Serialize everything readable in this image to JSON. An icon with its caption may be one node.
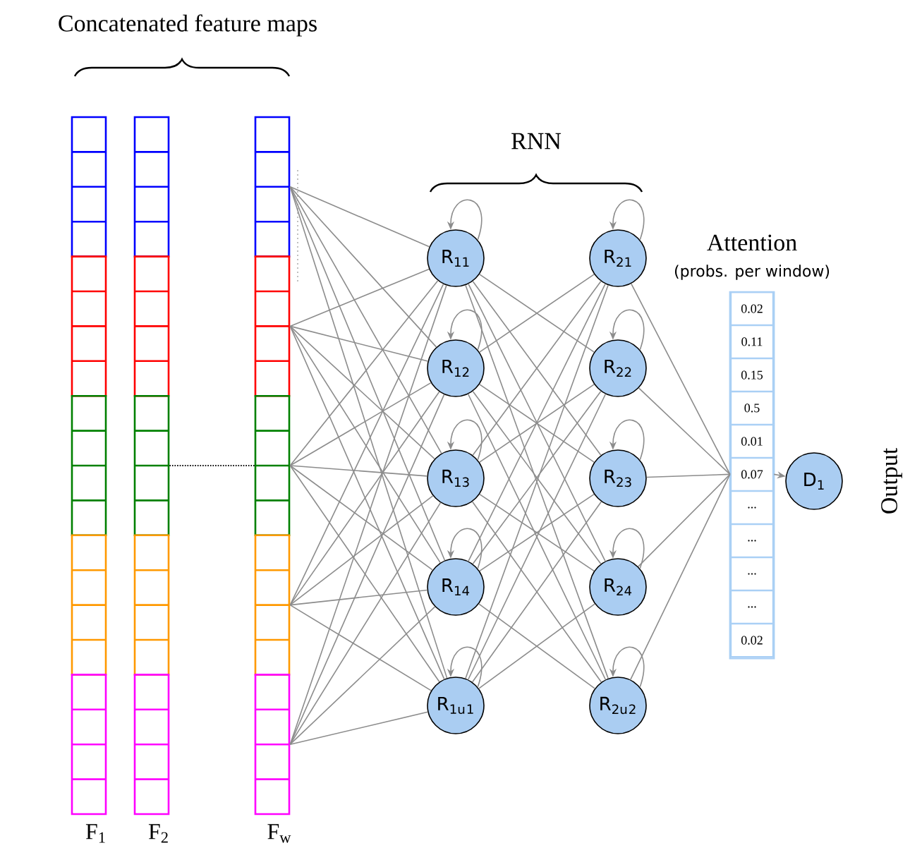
{
  "diagram": {
    "nodes": [
      {
        "text": [],
        "shape": "box"
      },
      {
        "text": [],
        "shape": "box"
      },
      {
        "text": [],
        "shape": "box"
      },
      {
        "text": [],
        "shape": "box"
      },
      {
        "text": [],
        "shape": "box",
        "beside": [
          "F$_{1}$"
        ]
      },
      {
        "text": [],
        "shape": "box"
      },
      {
        "text": [],
        "shape": "box"
      },
      {
        "text": [],
        "shape": "box"
      },
      {
        "text": [],
        "shape": "box"
      },
      {
        "text": [],
        "shape": "box",
        "beside": [
          "F$_{2}$"
        ]
      },
      {
        "text": [],
        "shape": "box"
      },
      {
        "text": [],
        "shape": "box"
      },
      {
        "text": [],
        "shape": "box"
      },
      {
        "text": [],
        "shape": "box"
      },
      {
        "text": [],
        "shape": "box",
        "beside": [
          "F$_{w}$"
        ]
      },
      {
        "text": [
          "R$_{11}$"
        ]
      },
      {
        "text": [
          "R$_{12}$"
        ]
      },
      {
        "text": [
          "R$_{13}$"
        ]
      },
      {
        "text": [
          "R$_{14}$"
        ]
      },
      {
        "text": [
          "R$_{1u}$$_{1}$"
        ]
      },
      {
        "text": [
          "R$_{21}$"
        ]
      },
      {
        "text": [
          "R$_{22}$"
        ]
      },
      {
        "text": [
          "R$_{23}$"
        ]
      },
      {
        "text": [
          "R$_{24}$"
        ]
      },
      {
        "text": [
          "R$_{2u}$$_{2}$"
        ]
      },
      {
        "text": [
          "Attention",
          "(probs. per window)"
        ]
      },
      {
        "text": [
          "0.02"
        ],
        "in": 25
      },
      {
        "text": [
          "0.11"
        ],
        "in": 25
      },
      {
        "text": [
          "0.15"
        ],
        "in": 25
      },
      {
        "text": [
          "0.5"
        ],
        "in": 25
      },
      {
        "text": [
          "0.01"
        ],
        "in": 25
      },
      {
        "text": [
          "0.07"
        ],
        "in": 25
      },
      {
        "text": [
          "..."
        ],
        "in": 25
      },
      {
        "text": [
          "..."
        ],
        "in": 25
      },
      {
        "text": [
          "..."
        ],
        "in": 25
      },
      {
        "text": [
          "..."
        ],
        "in": 25
      },
      {
        "text": [
          "0.02"
        ],
        "in": 25
      },
      {
        "text": [
          "D$_{1}$"
        ],
        "beside": [
          "Output"
        ]
      }
    ],
    "edges": [
      {
        "from": 7,
        "to": 12,
        "arrow": "none",
        "style": "dashed",
        "color": "#000000"
      },
      {
        "from": 10,
        "to": 15,
        "arrow": "none"
      },
      {
        "from": 10,
        "to": 16,
        "arrow": "none"
      },
      {
        "from": 10,
        "to": 17,
        "arrow": "none"
      },
      {
        "from": 10,
        "to": 18,
        "arrow": "none"
      },
      {
        "from": 10,
        "to": 19,
        "arrow": "none"
      },
      {
        "from": 11,
        "to": 15,
        "arrow": "none"
      },
      {
        "from": 11,
        "to": 16,
        "arrow": "none"
      },
      {
        "from": 11,
        "to": 17,
        "arrow": "none"
      },
      {
        "from": 11,
        "to": 18,
        "arrow": "none"
      },
      {
        "from": 11,
        "to": 19,
        "arrow": "none"
      },
      {
        "from": 12,
        "to": 15,
        "arrow": "none"
      },
      {
        "from": 12,
        "to": 16,
        "arrow": "none"
      },
      {
        "from": 12,
        "to": 17,
        "arrow": "none"
      },
      {
        "from": 12,
        "to": 18,
        "arrow": "none"
      },
      {
        "from": 12,
        "to": 19,
        "arrow": "none"
      },
      {
        "from": 13,
        "to": 15,
        "arrow": "none"
      },
      {
        "from": 13,
        "to": 16,
        "arrow": "none"
      },
      {
        "from": 13,
        "to": 17,
        "arrow": "none"
      },
      {
        "from": 13,
        "to": 18,
        "arrow": "none"
      },
      {
        "from": 13,
        "to": 19,
        "arrow": "none"
      },
      {
        "from": 14,
        "to": 15,
        "arrow": "none"
      },
      {
        "from": 14,
        "to": 16,
        "arrow": "none"
      },
      {
        "from": 14,
        "to": 17,
        "arrow": "none"
      },
      {
        "from": 14,
        "to": 18,
        "arrow": "none"
      },
      {
        "from": 14,
        "to": 19,
        "arrow": "none"
      },
      {
        "from": 15,
        "to": 15,
        "arrow": "to"
      },
      {
        "from": 16,
        "to": 16,
        "arrow": "to"
      },
      {
        "from": 17,
        "to": 17,
        "arrow": "to"
      },
      {
        "from": 18,
        "to": 18,
        "arrow": "to"
      },
      {
        "from": 19,
        "to": 19,
        "arrow": "to"
      },
      {
        "from": 15,
        "to": 21,
        "arrow": "none"
      },
      {
        "from": 15,
        "to": 22,
        "arrow": "none"
      },
      {
        "from": 15,
        "to": 23,
        "arrow": "none"
      },
      {
        "from": 15,
        "to": 24,
        "arrow": "none"
      },
      {
        "from": 16,
        "to": 20,
        "arrow": "none"
      },
      {
        "from": 16,
        "to": 22,
        "arrow": "none"
      },
      {
        "from": 16,
        "to": 23,
        "arrow": "none"
      },
      {
        "from": 16,
        "to": 24,
        "arrow": "none"
      },
      {
        "from": 17,
        "to": 20,
        "arrow": "none"
      },
      {
        "from": 17,
        "to": 21,
        "arrow": "none"
      },
      {
        "from": 17,
        "to": 23,
        "arrow": "none"
      },
      {
        "from": 17,
        "to": 24,
        "arrow": "none"
      },
      {
        "from": 18,
        "to": 20,
        "arrow": "none"
      },
      {
        "from": 18,
        "to": 21,
        "arrow": "none"
      },
      {
        "from": 18,
        "to": 22,
        "arrow": "none"
      },
      {
        "from": 18,
        "to": 24,
        "arrow": "none"
      },
      {
        "from": 19,
        "to": 20,
        "arrow": "none"
      },
      {
        "from": 19,
        "to": 21,
        "arrow": "none"
      },
      {
        "from": 19,
        "to": 22,
        "arrow": "none"
      },
      {
        "from": 19,
        "to": 23,
        "arrow": "none"
      },
      {
        "from": 20,
        "to": 20,
        "arrow": "to"
      },
      {
        "from": 21,
        "to": 21,
        "arrow": "to"
      },
      {
        "from": 22,
        "to": 22,
        "arrow": "to"
      },
      {
        "from": 23,
        "to": 23,
        "arrow": "to"
      },
      {
        "from": 24,
        "to": 24,
        "arrow": "to"
      },
      {
        "from": 20,
        "to": 31,
        "arrow": "none"
      },
      {
        "from": 21,
        "to": 31,
        "arrow": "none"
      },
      {
        "from": 22,
        "to": 31,
        "arrow": "none"
      },
      {
        "from": 23,
        "to": 31,
        "arrow": "none"
      },
      {
        "from": 24,
        "to": 31,
        "arrow": "none"
      },
      {
        "from": 31,
        "to": 37,
        "arrow": "to"
      }
    ],
    "labels": [
      "Concatenated feature maps",
      "RNN"
    ]
  }
}
